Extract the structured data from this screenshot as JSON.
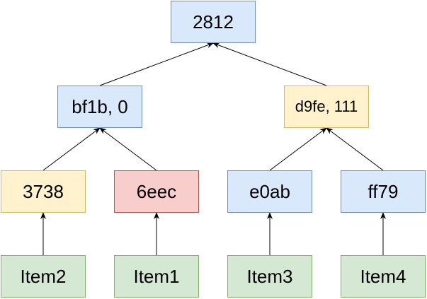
{
  "nodes": {
    "root": {
      "label": "2812",
      "fill": "#dae8fc",
      "stroke": "#6c8ebf"
    },
    "bf1b": {
      "label": "bf1b, 0",
      "fill": "#dae8fc",
      "stroke": "#6c8ebf"
    },
    "d9fe": {
      "label": "d9fe, 111",
      "fill": "#fff2cc",
      "stroke": "#d6b656"
    },
    "h3738": {
      "label": "3738",
      "fill": "#fff2cc",
      "stroke": "#d6b656"
    },
    "h6eec": {
      "label": "6eec",
      "fill": "#f8cecc",
      "stroke": "#b85450"
    },
    "he0ab": {
      "label": "e0ab",
      "fill": "#dae8fc",
      "stroke": "#6c8ebf"
    },
    "hff79": {
      "label": "ff79",
      "fill": "#dae8fc",
      "stroke": "#6c8ebf"
    },
    "item2": {
      "label": "Item2",
      "fill": "#d5e8d4",
      "stroke": "#82b366"
    },
    "item1": {
      "label": "Item1",
      "fill": "#d5e8d4",
      "stroke": "#82b366"
    },
    "item3": {
      "label": "Item3",
      "fill": "#d5e8d4",
      "stroke": "#82b366"
    },
    "item4": {
      "label": "Item4",
      "fill": "#d5e8d4",
      "stroke": "#82b366"
    }
  },
  "edges": [
    {
      "from": "item2",
      "to": "h3738"
    },
    {
      "from": "item1",
      "to": "h6eec"
    },
    {
      "from": "item3",
      "to": "he0ab"
    },
    {
      "from": "item4",
      "to": "hff79"
    },
    {
      "from": "h3738",
      "to": "bf1b"
    },
    {
      "from": "h6eec",
      "to": "bf1b"
    },
    {
      "from": "he0ab",
      "to": "d9fe"
    },
    {
      "from": "hff79",
      "to": "d9fe"
    },
    {
      "from": "bf1b",
      "to": "root"
    },
    {
      "from": "d9fe",
      "to": "root"
    }
  ]
}
